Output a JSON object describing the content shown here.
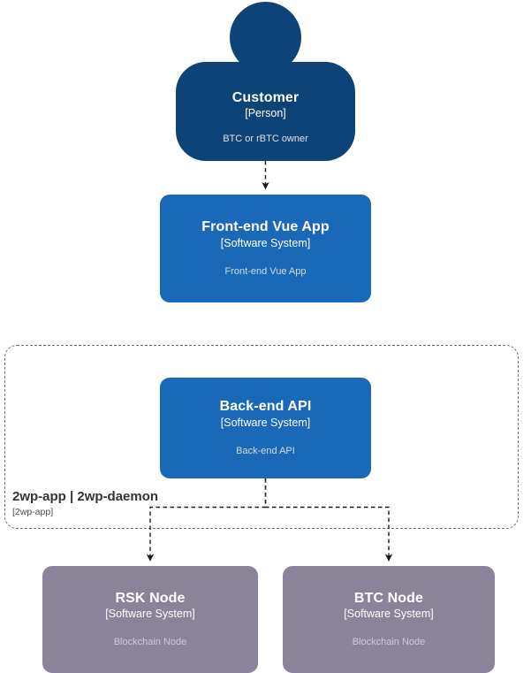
{
  "diagram": {
    "kind": "c4-context-diagram",
    "background": "#ffffff",
    "colors": {
      "person": "#0d4377",
      "system": "#1a68b8",
      "external_node": "#8b8399",
      "boundary_border": "#6f6f6f",
      "connector": "#2b2b2b",
      "title_text": "#ffffff",
      "description_text": "#d7dbe4",
      "boundary_title_text": "#333333"
    }
  },
  "nodes": {
    "customer": {
      "title": "Customer",
      "type": "[Person]",
      "description": "BTC or rBTC owner",
      "shape": "person"
    },
    "frontend": {
      "title": "Front-end Vue App",
      "type": "[Software System]",
      "description": "Front-end Vue App",
      "shape": "rounded-box"
    },
    "backend": {
      "title": "Back-end API",
      "type": "[Software System]",
      "description": "Back-end API",
      "shape": "rounded-box"
    },
    "rsk_node": {
      "title": "RSK Node",
      "type": "[Software System]",
      "description": "Blockchain Node",
      "shape": "rounded-box"
    },
    "btc_node": {
      "title": "BTC Node",
      "type": "[Software System]",
      "description": "Blockchain Node",
      "shape": "rounded-box"
    }
  },
  "boundary": {
    "title": "2wp-app | 2wp-daemon",
    "type": "[2wp-app]",
    "style": "dashed"
  },
  "edges": [
    {
      "id": "customer-to-frontend",
      "from": "customer",
      "to": "frontend",
      "label": "",
      "style": "dashed",
      "arrow": "filled-triangle"
    },
    {
      "id": "backend-to-rsk",
      "from": "backend",
      "to": "rsk_node",
      "label": "",
      "style": "dashed",
      "arrow": "filled-triangle"
    },
    {
      "id": "backend-to-btc",
      "from": "backend",
      "to": "btc_node",
      "label": "",
      "style": "dashed",
      "arrow": "filled-triangle"
    }
  ]
}
